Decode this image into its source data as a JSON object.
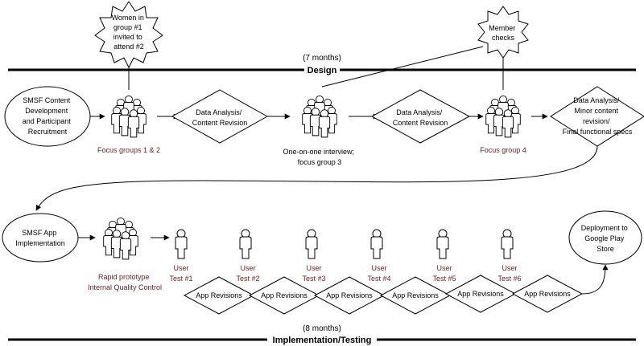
{
  "phases": {
    "design_duration": "(7 months)",
    "design_label": "Design",
    "impl_duration": "(8 months)",
    "impl_label": "Implementation/Testing"
  },
  "callouts": {
    "women_invited": [
      "Women in",
      "group #1",
      "invited to",
      "attend #2"
    ],
    "member_checks": [
      "Member",
      "checks"
    ]
  },
  "design_row": {
    "start_ellipse": [
      "SMSF Content",
      "Development",
      "and Participant",
      "Recruitment"
    ],
    "focus_groups_1_2": "Focus groups 1 & 2",
    "analysis_1": [
      "Data Analysis/",
      "Content Revision"
    ],
    "interview_label": [
      "One-on-one interview;",
      "focus group 3"
    ],
    "analysis_2": [
      "Data Analysis/",
      "Content Revision"
    ],
    "focus_group_4": "Focus group 4",
    "analysis_3": [
      "Data Analysis/",
      "Minor content",
      "revision/",
      "Final functional specs"
    ]
  },
  "impl_row": {
    "start_ellipse": [
      "SMSF App",
      "Implementation"
    ],
    "prototype_label": [
      "Rapid prototype",
      "Internal Quality Control"
    ],
    "user_tests": [
      [
        "User",
        "Test #1"
      ],
      [
        "User",
        "Test #2"
      ],
      [
        "User",
        "Test #3"
      ],
      [
        "User",
        "Test #4"
      ],
      [
        "User",
        "Test #5"
      ],
      [
        "User",
        "Test #6"
      ]
    ],
    "revision_label": "App Revisions",
    "end_ellipse": [
      "Deployment to",
      "Google Play",
      "Store"
    ]
  },
  "colors": {
    "line": "#000000",
    "group_label": "#6b1d1d"
  }
}
